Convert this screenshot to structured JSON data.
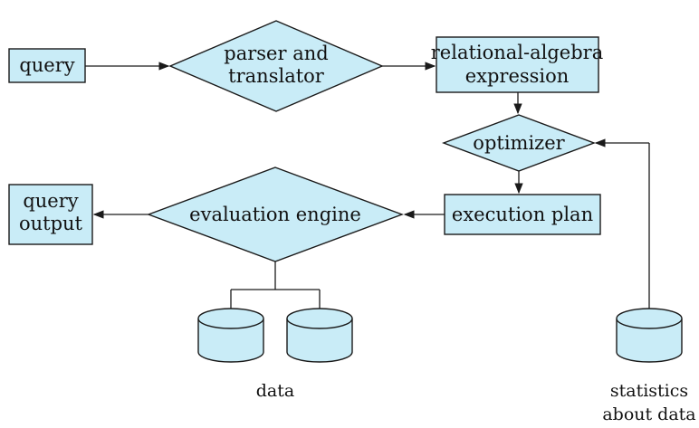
{
  "diagram": {
    "nodes": {
      "query": "query",
      "parser_line1": "parser and",
      "parser_line2": "translator",
      "relalg_line1": "relational-algebra",
      "relalg_line2": "expression",
      "optimizer": "optimizer",
      "execution_plan": "execution plan",
      "evaluation_engine": "evaluation engine",
      "query_output_line1": "query",
      "query_output_line2": "output",
      "data_label": "data",
      "statistics_line1": "statistics",
      "statistics_line2": "about data"
    },
    "colors": {
      "shape_fill": "#c9ecf7",
      "stroke": "#1a1a1a"
    }
  }
}
